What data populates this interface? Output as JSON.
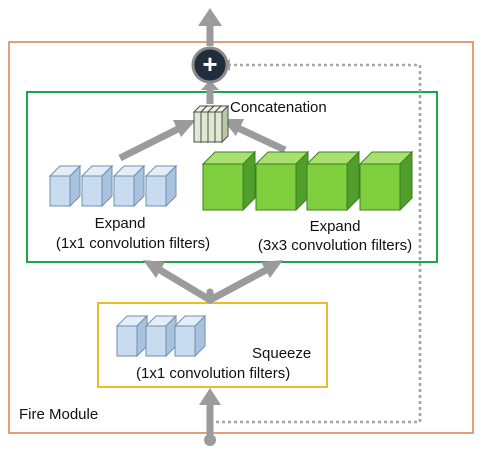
{
  "diagram": {
    "module_label": "Fire Module",
    "concat_label": "Concatenation",
    "add_symbol": "+",
    "squeeze": {
      "title": "Squeeze",
      "subtitle": "(1x1 convolution filters)"
    },
    "expand_1x1": {
      "title": "Expand",
      "subtitle": "(1x1 convolution filters)"
    },
    "expand_3x3": {
      "title": "Expand",
      "subtitle": "(3x3 convolution filters)"
    }
  },
  "colors": {
    "module_border": "#d9885a",
    "expand_border": "#1aa64a",
    "squeeze_border": "#e8bd2a",
    "arrow_gray": "#9b9b9b",
    "dotted_gray": "#a6a6a6",
    "add_node_fill": "#1f2d3d",
    "blue_filter_front": "#c9dcef",
    "blue_filter_top": "#e4eef8",
    "blue_filter_side": "#a9c3de",
    "green_filter_front": "#7fcf3f",
    "green_filter_top": "#a8e070",
    "green_filter_side": "#4f9f2a",
    "concat_fill": "#dfead1"
  }
}
